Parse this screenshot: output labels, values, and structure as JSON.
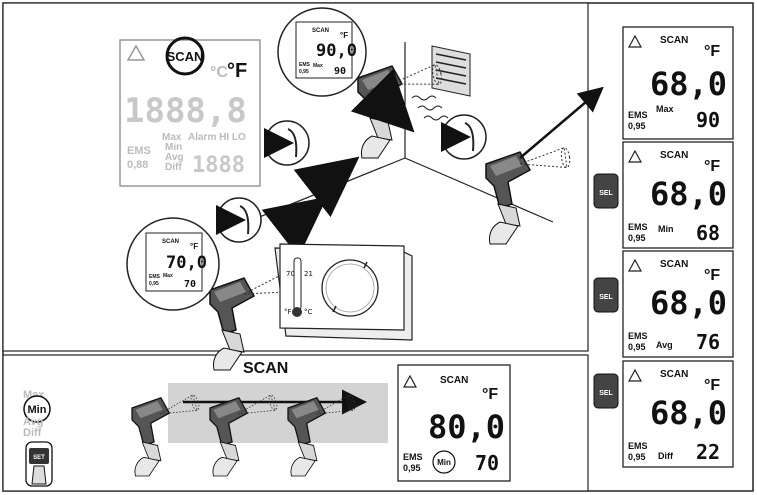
{
  "master_lcd": {
    "scan": "SCAN",
    "deg_c": "°C",
    "deg_f": "°F",
    "digits": "1888,8",
    "max": "Max",
    "min": "Min",
    "avg": "Avg",
    "diff": "Diff",
    "alarm": "Alarm HI LO",
    "ems": "EMS",
    "ems_val": "0,88",
    "sub_digits": "1888"
  },
  "top_zoom": {
    "scan": "SCAN",
    "unit": "°F",
    "value": "90,0",
    "ems": "EMS",
    "ems_val": "0,95",
    "tag": "Max",
    "sub": "90"
  },
  "left_zoom": {
    "scan": "SCAN",
    "unit": "°F",
    "value": "70,0",
    "ems": "EMS",
    "ems_val": "0,95",
    "tag": "Max",
    "sub": "70"
  },
  "thermostat": {
    "scale_top": "70",
    "scale_right": "21",
    "unit_f": "°F",
    "unit_c": "°C"
  },
  "right_lcds": [
    {
      "scan": "SCAN",
      "unit": "°F",
      "value": "68,0",
      "ems": "EMS",
      "ems_val": "0,95",
      "tag": "Max",
      "sub": "90"
    },
    {
      "scan": "SCAN",
      "unit": "°F",
      "value": "68,0",
      "ems": "EMS",
      "ems_val": "0,95",
      "tag": "Min",
      "sub": "68"
    },
    {
      "scan": "SCAN",
      "unit": "°F",
      "value": "68,0",
      "ems": "EMS",
      "ems_val": "0,95",
      "tag": "Avg",
      "sub": "76"
    },
    {
      "scan": "SCAN",
      "unit": "°F",
      "value": "68,0",
      "ems": "EMS",
      "ems_val": "0,95",
      "tag": "Diff",
      "sub": "22"
    }
  ],
  "sel_label": "SEL",
  "bottom": {
    "scan_title": "SCAN",
    "menu_max": "Max",
    "menu_min": "Min",
    "menu_avg": "Avg",
    "menu_diff": "Diff",
    "set_label": "SET",
    "lcd": {
      "scan": "SCAN",
      "unit": "°F",
      "value": "80,0",
      "ems": "EMS",
      "ems_val": "0,95",
      "tag": "Min",
      "sub": "70"
    }
  }
}
